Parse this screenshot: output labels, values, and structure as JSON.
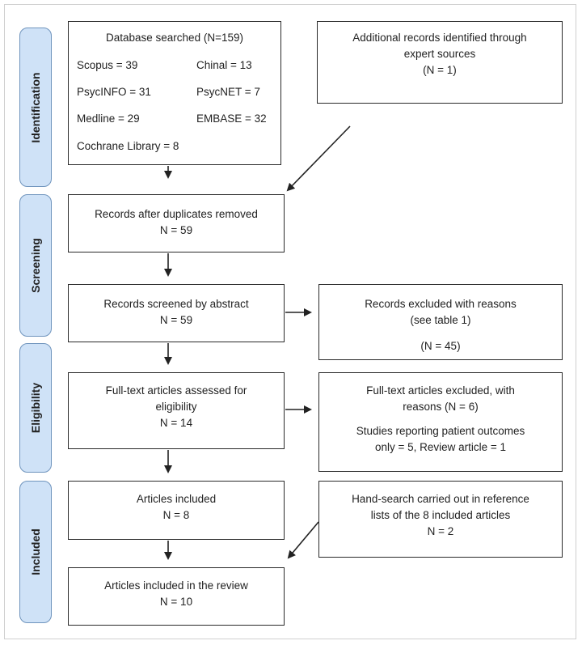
{
  "stages": [
    {
      "label": "Identification"
    },
    {
      "label": "Screening"
    },
    {
      "label": "Eligibility"
    },
    {
      "label": "Included"
    }
  ],
  "database": {
    "title": "Database searched (N=159)",
    "left": [
      "Scopus = 39",
      "PsycINFO = 31",
      "Medline = 29",
      "Cochrane Library = 8"
    ],
    "right": [
      "Chinal = 13",
      "PsycNET = 7",
      "EMBASE = 32"
    ]
  },
  "additional": {
    "lines": [
      "Additional records identified through",
      "expert sources",
      "(N = 1)"
    ]
  },
  "duplicates": {
    "lines": [
      "Records after duplicates removed",
      "N = 59"
    ]
  },
  "screened": {
    "lines": [
      "Records screened by abstract",
      "N = 59"
    ]
  },
  "excluded_screen": {
    "lines": [
      "Records excluded with reasons",
      "(see table 1)",
      "(N = 45)"
    ]
  },
  "fulltext": {
    "lines": [
      "Full-text articles assessed for",
      "eligibility",
      "N = 14"
    ]
  },
  "excluded_fulltext": {
    "lines": [
      "Full-text articles excluded, with",
      "reasons (N = 6)",
      "Studies reporting patient outcomes",
      "only = 5, Review article = 1"
    ]
  },
  "included": {
    "lines": [
      "Articles included",
      "N = 8"
    ]
  },
  "handsearch": {
    "lines": [
      "Hand-search carried out in reference",
      "lists of the 8 included articles",
      "N = 2"
    ]
  },
  "final": {
    "lines": [
      "Articles included in the review",
      "N = 10"
    ]
  }
}
